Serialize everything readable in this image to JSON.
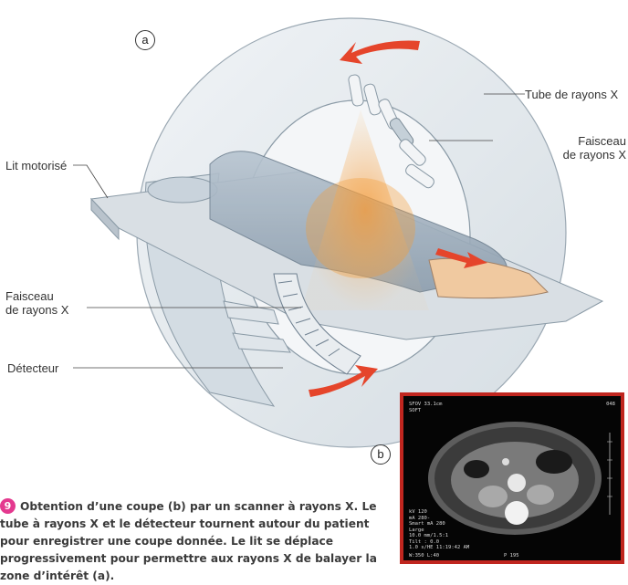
{
  "labels": {
    "a": "a",
    "b": "b",
    "tube": "Tube de rayons X",
    "faisceau_right_1": "Faisceau",
    "faisceau_right_2": "de rayons X",
    "lit": "Lit motorisé",
    "faisceau_left_1": "Faisceau",
    "faisceau_left_2": "de rayons X",
    "detecteur": "Détecteur"
  },
  "caption": {
    "number": "9",
    "text": "Obtention d’une coupe (b) par un scanner à rayons X. Le tube à rayons X et le détecteur tournent autour du patient pour enregistrer une coupe donnée. Le lit se déplace progressivement pour permettre aux rayons X de balayer la zone d’intérêt (a)."
  },
  "ct_scan": {
    "top_left": "SFOV 33.1cm\nSOFT",
    "top_right": "048",
    "bottom_left": "kV 120\nmA 280-\nSmart mA 280\nLarge\n10.0 mm/1.5:1\nTilt : 0.0\n1.0 s/HE 11:19:42 AM",
    "bottom_left_2": "W:350 L:40",
    "bottom_center": "P 195"
  },
  "colors": {
    "ring": "#dfe6ec",
    "ring_stroke": "#8a9aa6",
    "arrow": "#e5452b",
    "badge": "#e4398f",
    "ct_frame": "#c0261f"
  }
}
